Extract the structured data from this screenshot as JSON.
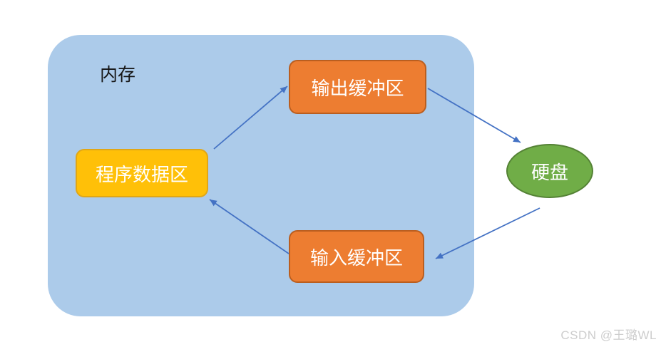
{
  "diagram": {
    "memory_label": "内存",
    "nodes": [
      {
        "id": "program-data-area",
        "label": "程序数据区",
        "shape": "rounded-rect"
      },
      {
        "id": "output-buffer",
        "label": "输出缓冲区",
        "shape": "rounded-rect"
      },
      {
        "id": "input-buffer",
        "label": "输入缓冲区",
        "shape": "rounded-rect"
      },
      {
        "id": "hard-disk",
        "label": "硬盘",
        "shape": "ellipse"
      }
    ],
    "arrows": [
      {
        "from": "program-data-area",
        "to": "output-buffer"
      },
      {
        "from": "output-buffer",
        "to": "hard-disk"
      },
      {
        "from": "hard-disk",
        "to": "input-buffer"
      },
      {
        "from": "input-buffer",
        "to": "program-data-area"
      }
    ]
  },
  "colors": {
    "memory_fill": "#ACCBEA",
    "program_data_fill": "#FFC008",
    "program_data_border": "#E0A616",
    "buffer_fill": "#ED7D31",
    "buffer_border": "#BA5E1F",
    "disk_fill": "#70AD47",
    "disk_border": "#548235",
    "arrow": "#4472C4",
    "watermark_text": "#CDCDCD"
  },
  "watermark": "CSDN @王璐WL"
}
